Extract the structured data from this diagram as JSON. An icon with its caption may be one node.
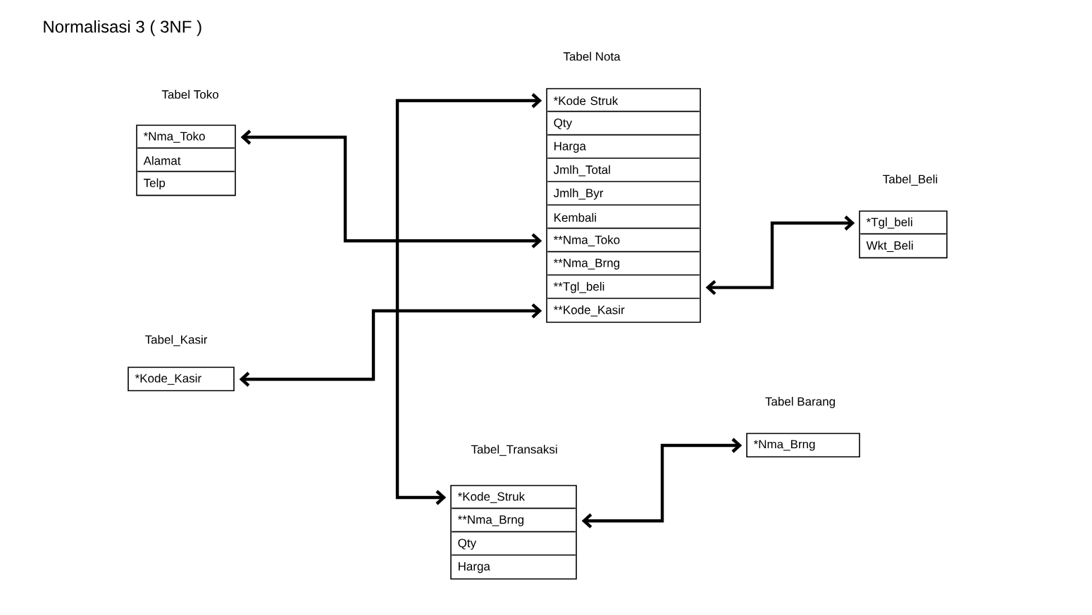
{
  "diagram": {
    "title": "Normalisasi 3 ( 3NF )",
    "nodes": [
      {
        "text": [
          "Tabel Toko"
        ]
      },
      {
        "text": [
          "*Nma_Toko"
        ],
        "in": 0
      },
      {
        "text": [
          "Alamat"
        ],
        "in": 0
      },
      {
        "text": [
          "Telp"
        ],
        "in": 0
      },
      {
        "text": [
          "Tabel Nota"
        ]
      },
      {
        "text": [
          "*Kode Struk"
        ],
        "in": 4
      },
      {
        "text": [
          "Qty"
        ],
        "in": 4
      },
      {
        "text": [
          "Harga"
        ],
        "in": 4
      },
      {
        "text": [
          "Jmlh_Total"
        ],
        "in": 4
      },
      {
        "text": [
          "Jmlh_Byr"
        ],
        "in": 4
      },
      {
        "text": [
          "Kembali"
        ],
        "in": 4
      },
      {
        "text": [
          "**Nma_Toko"
        ],
        "in": 4
      },
      {
        "text": [
          "**Nma_Brng"
        ],
        "in": 4
      },
      {
        "text": [
          "**Tgl_beli"
        ],
        "in": 4
      },
      {
        "text": [
          "**Kode_Kasir"
        ],
        "in": 4
      },
      {
        "text": [
          "Tabel_Beli"
        ]
      },
      {
        "text": [
          "*Tgl_beli"
        ],
        "in": 15
      },
      {
        "text": [
          "Wkt_Beli"
        ],
        "in": 15
      },
      {
        "text": [
          "Tabel_Kasir"
        ]
      },
      {
        "text": [
          "*Kode_Kasir"
        ],
        "in": 18
      },
      {
        "text": [
          "Tabel_Transaksi"
        ]
      },
      {
        "text": [
          "*Kode_Struk"
        ],
        "in": 20
      },
      {
        "text": [
          "**Nma_Brng"
        ],
        "in": 20
      },
      {
        "text": [
          "Qty"
        ],
        "in": 20
      },
      {
        "text": [
          "Harga"
        ],
        "in": 20
      },
      {
        "text": [
          "Tabel Barang"
        ]
      },
      {
        "text": [
          "*Nma_Brng"
        ],
        "in": 25
      }
    ],
    "edges": [
      {
        "from": 1,
        "to": 11,
        "arrow": "both"
      },
      {
        "from": 5,
        "to": 21,
        "arrow": "both"
      },
      {
        "from": 13,
        "to": 16,
        "arrow": "both"
      },
      {
        "from": 19,
        "to": 14,
        "arrow": "both"
      },
      {
        "from": 22,
        "to": 26,
        "arrow": "both"
      }
    ]
  }
}
